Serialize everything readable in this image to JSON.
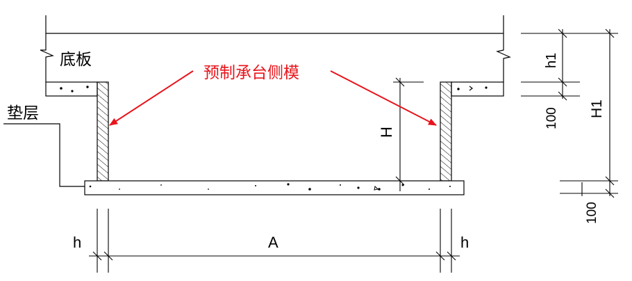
{
  "labels": {
    "slab": "底板",
    "cushion": "垫层",
    "formwork": "预制承台侧模",
    "dim_h_left": "h",
    "dim_A": "A",
    "dim_h_right": "h",
    "dim_H": "H",
    "dim_h1": "h1",
    "dim_100_upper": "100",
    "dim_H1": "H1",
    "dim_100_lower": "100"
  },
  "colors": {
    "line": "#000000",
    "annotation": "#e8141b"
  }
}
